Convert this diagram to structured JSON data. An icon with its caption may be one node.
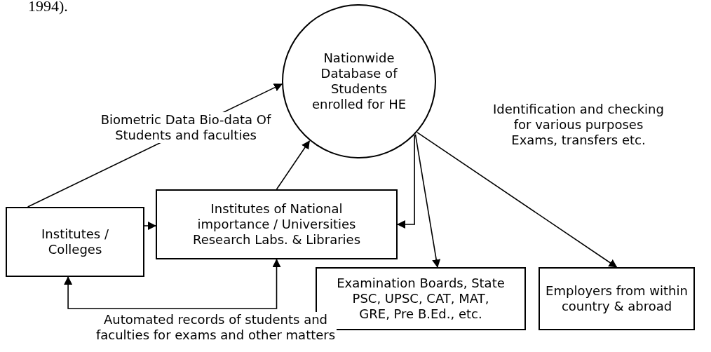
{
  "diagram": {
    "nodes": [
      {
        "text": [
          "Nationwide Database of Students enrolled for HE"
        ]
      },
      {
        "text": [
          "Institutes / Colleges"
        ]
      },
      {
        "text": [
          "Institutes of National importance / Universities Research Labs. & Libraries"
        ]
      },
      {
        "text": [
          "Examination Boards, State PSC, UPSC, CAT, MAT, GRE, Pre B.Ed., etc."
        ]
      },
      {
        "text": [
          "Employers from within country & abroad"
        ]
      }
    ],
    "edges": [
      {
        "from": 1,
        "to": 0,
        "arrow": "to",
        "label": "Biometric Data Bio-data Of Students and faculties"
      },
      {
        "from": 2,
        "to": 0,
        "arrow": "to"
      },
      {
        "from": 1,
        "to": 2,
        "arrow": "to"
      },
      {
        "from": 0,
        "to": 2,
        "arrow": "to"
      },
      {
        "from": 0,
        "to": 3,
        "arrow": "to"
      },
      {
        "from": 0,
        "to": 4,
        "arrow": "to",
        "label": "Identification and checking for various purposes Exams, transfers etc."
      },
      {
        "from": 1,
        "to": 2,
        "arrow": "both",
        "label": "Automated records of students and faculties for exams and other matters"
      }
    ],
    "labels": [
      "1994)."
    ]
  }
}
